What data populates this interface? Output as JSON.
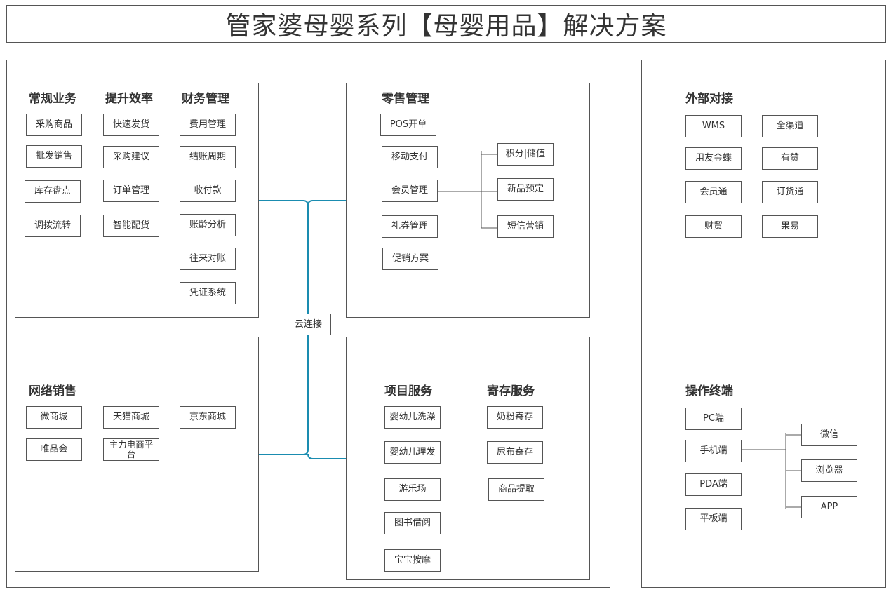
{
  "title": "管家婆母婴系列【母婴用品】解决方案",
  "colors": {
    "connector": "#1a8cb0",
    "border": "#555555",
    "text": "#333333"
  },
  "hub": "云连接",
  "changgui": {
    "heading": "常规业务",
    "items": [
      "采购商品",
      "批发销售",
      "库存盘点",
      "调拨流转"
    ]
  },
  "tisheng": {
    "heading": "提升效率",
    "items": [
      "快速发货",
      "采购建议",
      "订单管理",
      "智能配货"
    ]
  },
  "caiwu": {
    "heading": "财务管理",
    "items": [
      "费用管理",
      "结账周期",
      "收付款",
      "账龄分析",
      "往来对账",
      "凭证系统"
    ]
  },
  "lingshou": {
    "heading": "零售管理",
    "items": [
      "POS开单",
      "移动支付",
      "会员管理",
      "礼券管理",
      "促销方案"
    ],
    "member_sub": [
      "积分|储值",
      "新品预定",
      "短信营销"
    ]
  },
  "wangluo": {
    "heading": "网络销售",
    "items": [
      "微商城",
      "天猫商城",
      "京东商城",
      "唯品会",
      "主力电商平台"
    ]
  },
  "xiangmu": {
    "heading": "项目服务",
    "items": [
      "婴幼儿洗澡",
      "婴幼儿理发",
      "游乐场",
      "图书借阅",
      "宝宝按摩"
    ]
  },
  "jicun": {
    "heading": "寄存服务",
    "items": [
      "奶粉寄存",
      "尿布寄存",
      "商品提取"
    ]
  },
  "waibu": {
    "heading": "外部对接",
    "items": [
      "WMS",
      "全渠道",
      "用友金蝶",
      "有赞",
      "会员通",
      "订货通",
      "财贸",
      "果易"
    ]
  },
  "zhongduan": {
    "heading": "操作终端",
    "items": [
      "PC端",
      "手机端",
      "PDA端",
      "平板端"
    ],
    "mobile_sub": [
      "微信",
      "浏览器",
      "APP"
    ]
  }
}
